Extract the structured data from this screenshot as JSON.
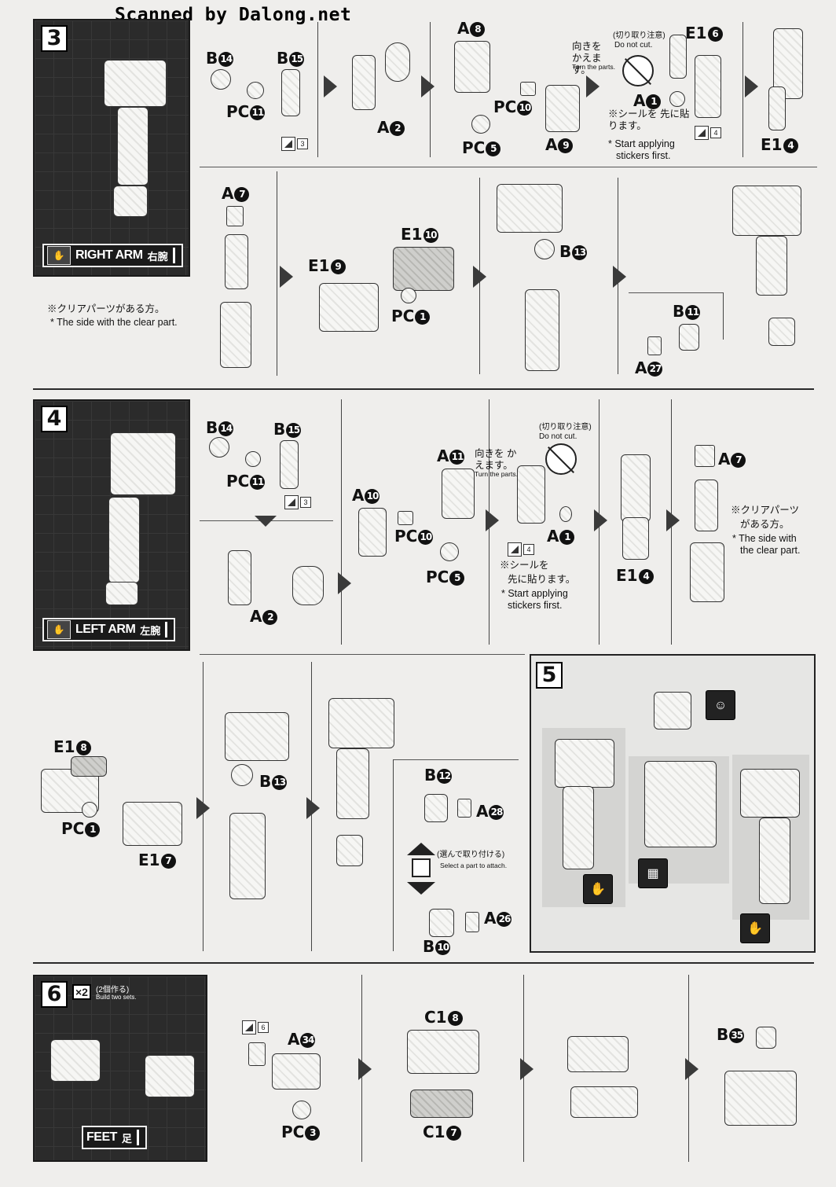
{
  "header": {
    "scan_credit": "Scanned by Dalong.net"
  },
  "steps": {
    "s3": {
      "number": "3",
      "label_en": "RIGHT ARM",
      "label_jp": "右腕",
      "parts": {
        "b14": [
          "B",
          "14"
        ],
        "b15": [
          "B",
          "15"
        ],
        "pc11": [
          "PC",
          "11"
        ],
        "a2": [
          "A",
          "2"
        ],
        "a8": [
          "A",
          "8"
        ],
        "pc10": [
          "PC",
          "10"
        ],
        "pc5": [
          "PC",
          "5"
        ],
        "a9": [
          "A",
          "9"
        ],
        "e16": [
          "E1",
          "6"
        ],
        "a1": [
          "A",
          "1"
        ],
        "e14": [
          "E1",
          "4"
        ],
        "a7": [
          "A",
          "7"
        ],
        "e110": [
          "E1",
          "10"
        ],
        "e19": [
          "E1",
          "9"
        ],
        "pc1": [
          "PC",
          "1"
        ],
        "b13": [
          "B",
          "13"
        ],
        "b11": [
          "B",
          "11"
        ],
        "a27": [
          "A",
          "27"
        ]
      },
      "sticker_3": "3",
      "sticker_4": "4",
      "turn_jp": "向きを かえます。",
      "turn_en": "Turn the parts.",
      "cut_jp": "(切り取り注意)",
      "cut_en": "Do not cut.",
      "sticker_note_jp": "※シールを 先に貼ります。",
      "sticker_note_en1": "* Start applying",
      "sticker_note_en2": "stickers first.",
      "clear_jp": "※クリアパーツがある方。",
      "clear_en": "* The side with the clear part."
    },
    "s4": {
      "number": "4",
      "label_en": "LEFT ARM",
      "label_jp": "左腕",
      "parts": {
        "b14": [
          "B",
          "14"
        ],
        "b15": [
          "B",
          "15"
        ],
        "pc11": [
          "PC",
          "11"
        ],
        "a2": [
          "A",
          "2"
        ],
        "a11": [
          "A",
          "11"
        ],
        "a10": [
          "A",
          "10"
        ],
        "pc10": [
          "PC",
          "10"
        ],
        "pc5": [
          "PC",
          "5"
        ],
        "a1": [
          "A",
          "1"
        ],
        "e14": [
          "E1",
          "4"
        ],
        "a7": [
          "A",
          "7"
        ],
        "e18": [
          "E1",
          "8"
        ],
        "pc1": [
          "PC",
          "1"
        ],
        "e17": [
          "E1",
          "7"
        ],
        "b13": [
          "B",
          "13"
        ],
        "b12": [
          "B",
          "12"
        ],
        "a28": [
          "A",
          "28"
        ],
        "a26": [
          "A",
          "26"
        ],
        "b10": [
          "B",
          "10"
        ]
      },
      "sticker_3": "3",
      "sticker_4": "4",
      "turn_jp": "向きを かえます。",
      "turn_en": "Turn the parts.",
      "cut_jp": "(切り取り注意)",
      "cut_en": "Do not cut.",
      "sticker_note_jp1": "※シールを",
      "sticker_note_jp2": "先に貼ります。",
      "sticker_note_en1": "* Start applying",
      "sticker_note_en2": "stickers first.",
      "clear_jp1": "※クリアパーツ",
      "clear_jp2": "がある方。",
      "clear_en1": "* The side with",
      "clear_en2": "the clear part.",
      "select_jp": "(選んで取り付ける)",
      "select_en": "Select a part to attach."
    },
    "s5": {
      "number": "5"
    },
    "s6": {
      "number": "6",
      "multiplier": "×2",
      "build_jp": "(2個作る)",
      "build_en": "Build two sets.",
      "label_en": "FEET",
      "label_jp": "足",
      "sticker_6": "6",
      "parts": {
        "a34": [
          "A",
          "34"
        ],
        "pc3": [
          "PC",
          "3"
        ],
        "c18": [
          "C1",
          "8"
        ],
        "c17": [
          "C1",
          "7"
        ],
        "b35": [
          "B",
          "35"
        ]
      }
    }
  },
  "colors": {
    "panel_dark": "#2b2b2b",
    "paper": "#efeeec",
    "ink": "#1a1a1a"
  }
}
